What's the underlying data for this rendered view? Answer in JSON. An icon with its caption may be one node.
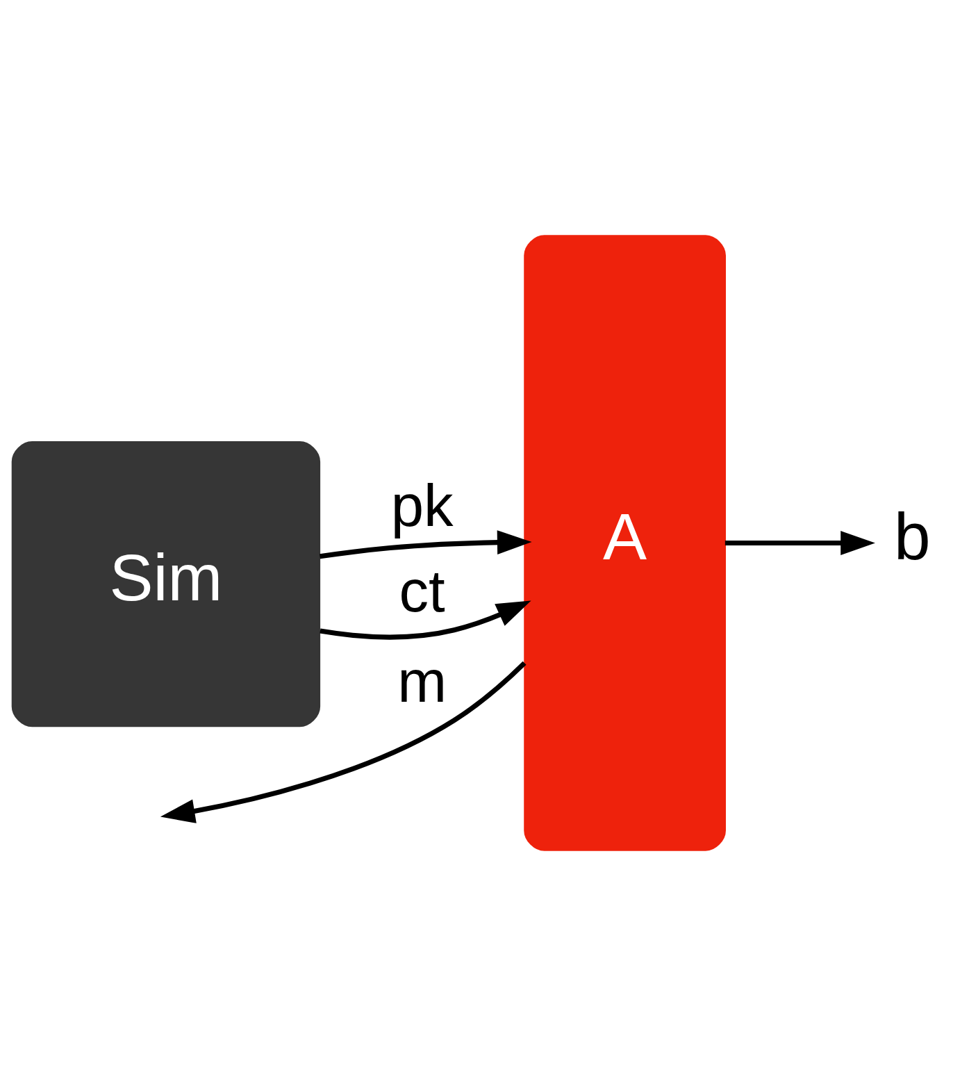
{
  "diagram": {
    "nodes": [
      {
        "text": [
          "Sim"
        ]
      },
      {
        "text": [
          "A"
        ]
      },
      {
        "text": [
          "b"
        ]
      }
    ],
    "edges": [
      {
        "from": 1,
        "to": null,
        "arrow": "to",
        "label": "m"
      },
      {
        "from": 0,
        "to": 1,
        "arrow": "to",
        "label": "pk"
      },
      {
        "from": 0,
        "to": 1,
        "arrow": "to",
        "label": "ct"
      },
      {
        "from": 1,
        "to": 2,
        "arrow": "to"
      }
    ]
  }
}
